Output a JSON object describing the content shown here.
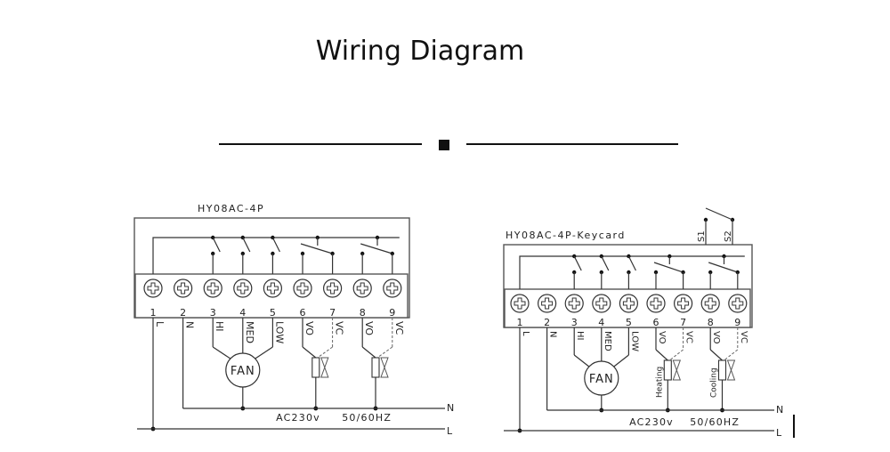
{
  "header": {
    "title": "Wiring Diagram"
  },
  "diagrams": [
    {
      "model": "HY08AC-4P",
      "terminals": [
        "1",
        "2",
        "3",
        "4",
        "5",
        "6",
        "7",
        "8",
        "9"
      ],
      "wire_labels": [
        "L",
        "N",
        "HI",
        "MED",
        "LOW",
        "VO",
        "VC",
        "VO",
        "VC"
      ],
      "fan_label": "FAN",
      "valve_labels": [],
      "line_labels": {
        "neutral": "N",
        "live": "L"
      },
      "supply_voltage": "AC230v",
      "supply_frequency": "50/60HZ"
    },
    {
      "model": "HY08AC-4P-Keycard",
      "switch_labels": [
        "S1",
        "S2"
      ],
      "terminals": [
        "1",
        "2",
        "3",
        "4",
        "5",
        "6",
        "7",
        "8",
        "9"
      ],
      "wire_labels": [
        "L",
        "N",
        "HI",
        "MED",
        "LOW",
        "VO",
        "VC",
        "VO",
        "VC"
      ],
      "fan_label": "FAN",
      "valve_labels": [
        "Heating",
        "Cooling"
      ],
      "line_labels": {
        "neutral": "N",
        "live": "L"
      },
      "supply_voltage": "AC230v",
      "supply_frequency": "50/60HZ"
    }
  ]
}
